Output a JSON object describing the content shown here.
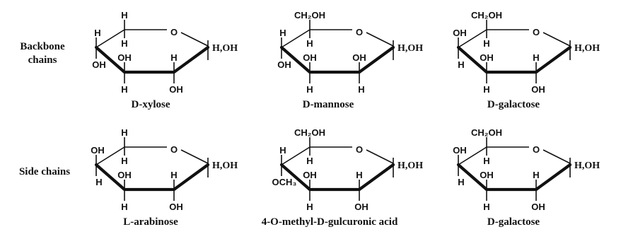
{
  "row_labels": {
    "backbone_line1": "Backbone",
    "backbone_line2": "chains",
    "side": "Side chains"
  },
  "ring_oxygen": "O",
  "anomeric": "H,OH",
  "molecules": [
    {
      "caption": "D-xylose",
      "top": [
        "H",
        "H"
      ],
      "c4_up": "H",
      "c4_down": "OH",
      "c3_up": "OH",
      "c3_down": "H",
      "c2_up": "H",
      "c2_down": "OH"
    },
    {
      "caption": "D-mannose",
      "top": [
        "CH₂OH",
        "H"
      ],
      "c4_up": "H",
      "c4_down": "OH",
      "c3_up": "OH",
      "c3_down": "H",
      "c2_up": "OH",
      "c2_down": "H"
    },
    {
      "caption": "D-galactose",
      "top": [
        "CH₂OH",
        "H"
      ],
      "c4_up": "OH",
      "c4_down": "H",
      "c3_up": "OH",
      "c3_down": "H",
      "c2_up": "H",
      "c2_down": "OH"
    },
    {
      "caption": "L-arabinose",
      "top": [
        "H",
        "H"
      ],
      "c4_up": "OH",
      "c4_down": "H",
      "c3_up": "OH",
      "c3_down": "H",
      "c2_up": "H",
      "c2_down": "OH"
    },
    {
      "caption": "4-O-methyl-D-gulcuronic acid",
      "top": [
        "CH₂OH",
        "H"
      ],
      "c4_up": "H",
      "c4_down": "OCH₃",
      "c3_up": "OH",
      "c3_down": "H",
      "c2_up": "H",
      "c2_down": "OH"
    },
    {
      "caption": "D-galactose",
      "top": [
        "CH₂OH",
        "H"
      ],
      "c4_up": "OH",
      "c4_down": "H",
      "c3_up": "OH",
      "c3_down": "H",
      "c2_up": "H",
      "c2_down": "OH"
    }
  ]
}
